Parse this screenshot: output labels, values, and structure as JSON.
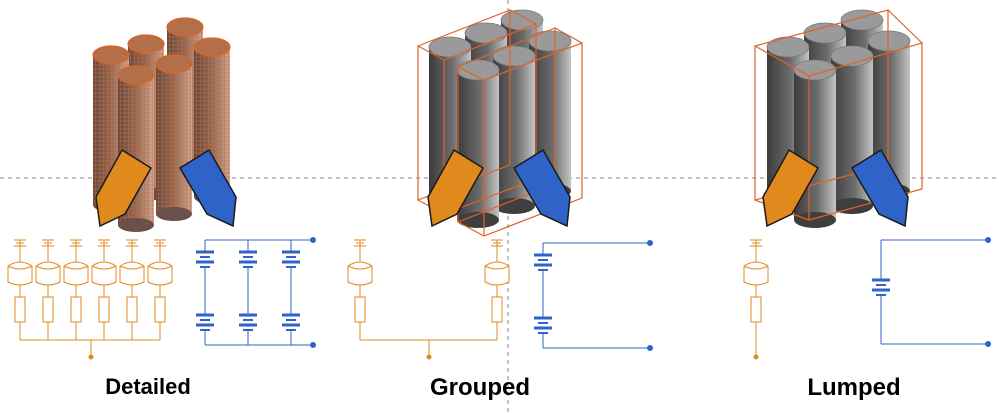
{
  "panels": [
    {
      "label": "Detailed"
    },
    {
      "label": "Grouped"
    },
    {
      "label": "Lumped"
    }
  ],
  "colors": {
    "thermal": "#E08A1E",
    "electrical": "#2F63C8",
    "mesh": "#E0622A",
    "cell_dark": "#4a4a4a",
    "cell_light": "#b8b8b8",
    "guide": "#888888"
  },
  "icons": [
    "cylindrical-cell-pack",
    "thermal-arrow",
    "electrical-arrow",
    "thermal-network",
    "battery-circuit"
  ]
}
